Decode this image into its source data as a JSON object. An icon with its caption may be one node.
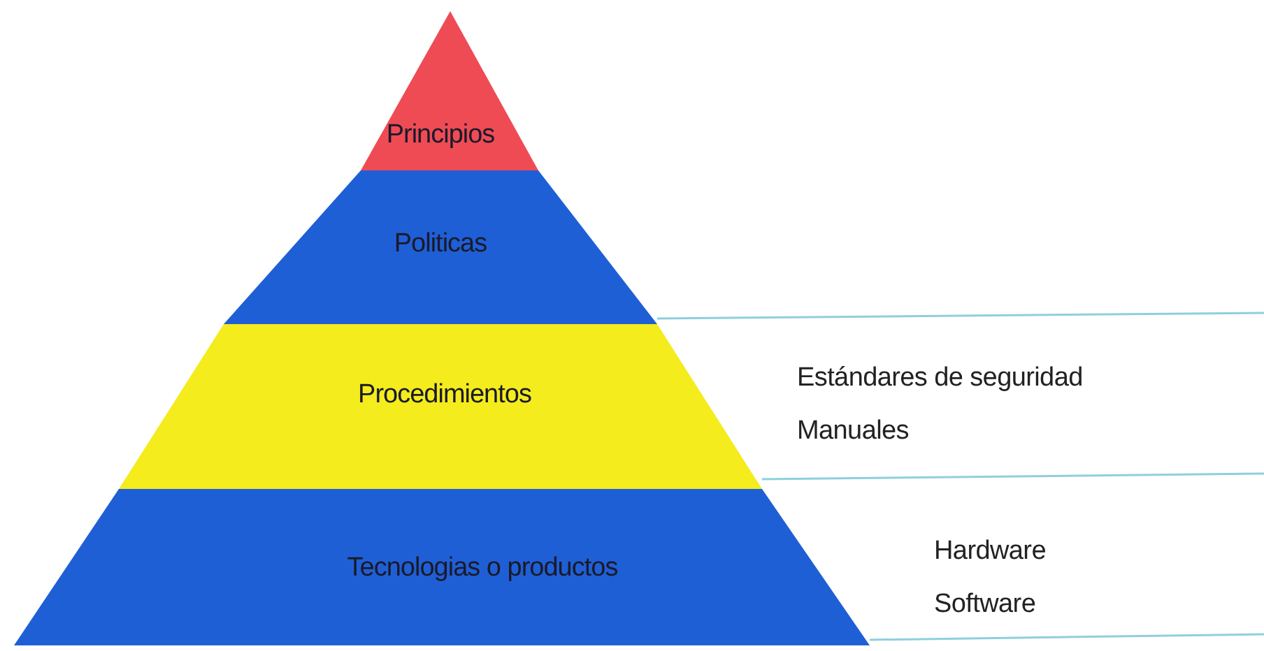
{
  "diagram": {
    "nodes": [
      {
        "text": [
          "Principios"
        ]
      },
      {
        "text": [
          "Politicas"
        ]
      },
      {
        "text": [
          "Procedimientos"
        ],
        "beside": [
          "Estándares de seguridad",
          "Manuales"
        ]
      },
      {
        "text": [
          "Tecnologias o productos"
        ],
        "beside": [
          "Hardware",
          "Software"
        ]
      }
    ],
    "edges": []
  }
}
